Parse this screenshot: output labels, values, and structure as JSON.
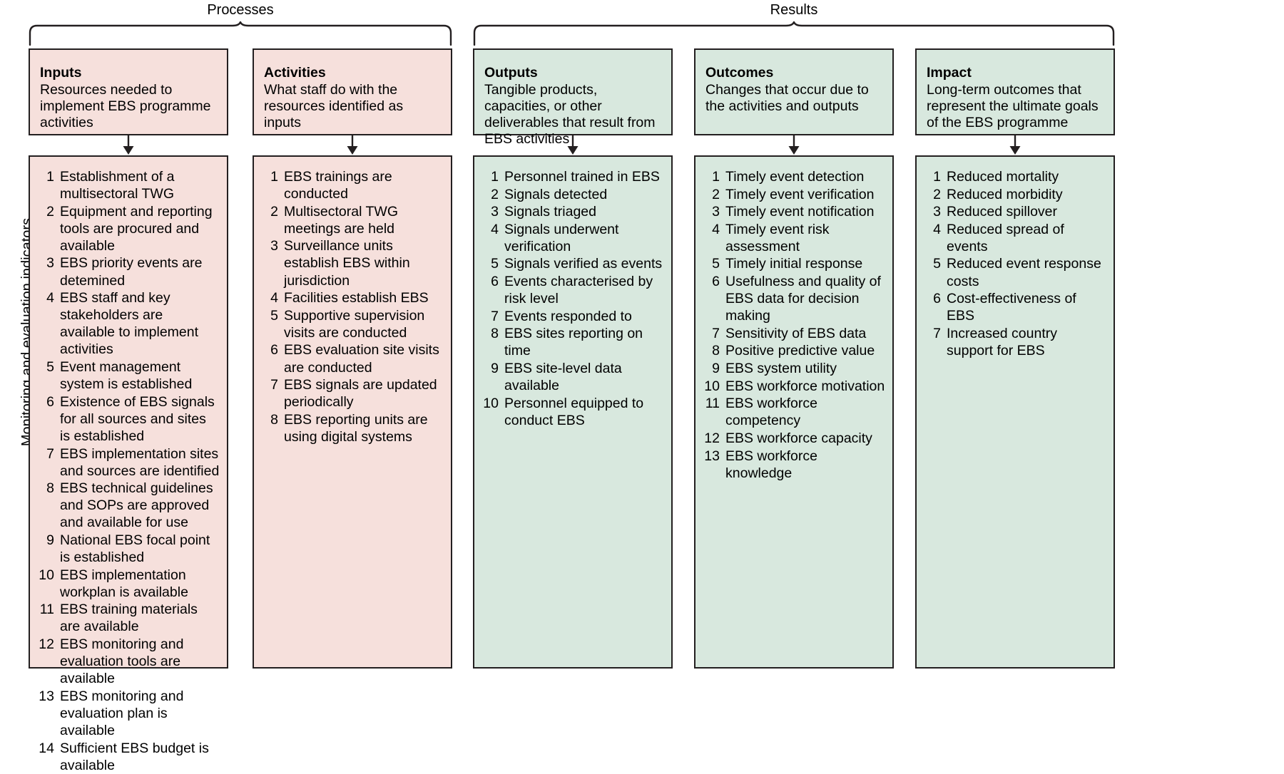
{
  "axis": {
    "label": "Monitoring and evaluation indicators"
  },
  "groups": [
    {
      "id": "processes",
      "label": "Processes"
    },
    {
      "id": "results",
      "label": "Results"
    }
  ],
  "colors": {
    "pink_fill": "#f6e0dc",
    "green_fill": "#d8e8de",
    "border": "#231f20",
    "text": "#000000"
  },
  "columns": [
    {
      "id": "inputs",
      "theme": "pink",
      "title": "Inputs",
      "description": "Resources needed to implement EBS programme activities",
      "items": [
        "Establishment of a multisectoral TWG",
        "Equipment and reporting tools are procured and available",
        "EBS priority events are detemined",
        "EBS staff and key stakeholders are available to implement activities",
        "Event management system is established",
        "Existence of EBS signals for all sources and sites is established",
        "EBS implementation sites and sources are identified",
        "EBS technical guidelines and SOPs are approved and available for use",
        "National EBS focal point is established",
        "EBS implementation workplan is available",
        "EBS training materials are available",
        "EBS monitoring and evaluation tools are available",
        "EBS monitoring and evaluation plan is available",
        "Sufficient EBS budget is available"
      ]
    },
    {
      "id": "activities",
      "theme": "pink",
      "title": "Activities",
      "description": "What staff do with the resources identified as inputs",
      "items": [
        "EBS trainings are conducted",
        "Multisectoral TWG meetings are held",
        "Surveillance units establish EBS within jurisdiction",
        "Facilities establish EBS",
        "Supportive supervision visits are conducted",
        "EBS evaluation site visits are conducted",
        "EBS signals are updated periodically",
        "EBS reporting units are using digital systems"
      ]
    },
    {
      "id": "outputs",
      "theme": "green",
      "title": "Outputs",
      "description": "Tangible products, capacities, or other deliverables that result from EBS activities",
      "items": [
        "Personnel trained in EBS",
        "Signals detected",
        "Signals triaged",
        "Signals underwent verification",
        "Signals verified as events",
        "Events characterised by risk level",
        "Events responded to",
        "EBS sites reporting on time",
        "EBS site-level data available",
        "Personnel equipped to conduct EBS"
      ]
    },
    {
      "id": "outcomes",
      "theme": "green",
      "title": "Outcomes",
      "description": "Changes that occur due to the activities and outputs",
      "items": [
        "Timely event detection",
        "Timely event verification",
        "Timely event notification",
        "Timely event risk assessment",
        "Timely initial response",
        "Usefulness and quality of EBS data for decision making",
        "Sensitivity of EBS data",
        "Positive predictive value",
        "EBS system utility",
        "EBS workforce motivation",
        "EBS workforce competency",
        "EBS workforce capacity",
        "EBS workforce knowledge"
      ]
    },
    {
      "id": "impact",
      "theme": "green",
      "title": "Impact",
      "description": "Long-term outcomes that represent the ultimate goals of the EBS programme",
      "items": [
        "Reduced mortality",
        "Reduced morbidity",
        "Reduced spillover",
        "Reduced spread of events",
        "Reduced event response costs",
        "Cost-effectiveness of EBS",
        "Increased country support for EBS"
      ]
    }
  ]
}
